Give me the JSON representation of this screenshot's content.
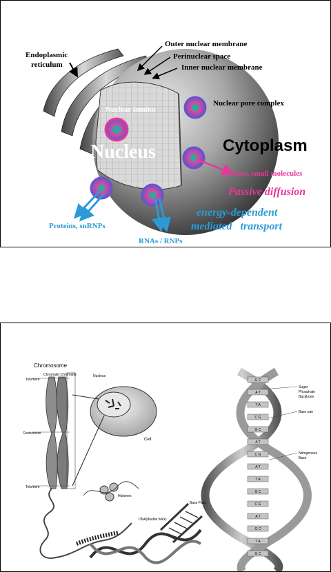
{
  "slide1": {
    "labels": {
      "er": [
        "Endoplasmic",
        "reticulum"
      ],
      "outer_membrane": "Outer nuclear membrane",
      "perinuclear": "Perinuclear space",
      "inner_membrane": "Inner nuclear membrane",
      "npc": "Nuclear pore complex",
      "lamina": "Nuclear lamina",
      "nucleus": "Nucleus",
      "cytoplasm": "Cytoplasm",
      "ions": "Ions, small molecules",
      "passive": "Passive diffusion",
      "energy": [
        "energy-dependent",
        "mediated   transport"
      ],
      "proteins": "Proteins, snRNPs",
      "rnas": "RNAs / RNPs"
    },
    "colors": {
      "pink": "#e6389a",
      "blue": "#2b9ad6",
      "pore": "#6b53c9",
      "sphere": "#8a8a8a"
    }
  },
  "slide2": {
    "labels": {
      "chromosome": "Chromosome",
      "chromatid_pair": "Chromatid Chromatid",
      "telomere_top": "Telomere",
      "centromere": "Centromere",
      "telomere_bottom": "Telomere",
      "nucleus": "Nucleus",
      "cell": "Cell",
      "histones": "Histones",
      "dna_helix": "DNA(double helix)",
      "base_pairs": "Base Pairs",
      "backbone": [
        "Sugar",
        "Phosphate",
        "Backbone"
      ],
      "base_pair": "Base pair",
      "nitrogenous": [
        "Nitrogenous",
        "Base"
      ]
    },
    "pair_labels": [
      "G  C",
      "A  T",
      "T  A",
      "C  G",
      "G  C",
      "A  T",
      "C  G",
      "A  T",
      "T  A",
      "G  C",
      "C  G",
      "A  T",
      "G  C",
      "T  A",
      "G  C"
    ]
  }
}
